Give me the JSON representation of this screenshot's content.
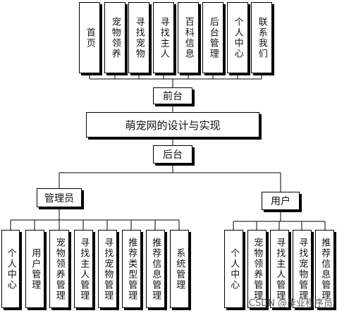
{
  "frontend_items": [
    "首页",
    "宠物领养",
    "寻找宠物",
    "寻找主人",
    "百科信息",
    "后台管理",
    "个人中心",
    "联系我们"
  ],
  "frontend_label": "前台",
  "system_title": "萌宠网的设计与实现",
  "backend_label": "后台",
  "admin_label": "管理员",
  "user_label": "用户",
  "admin_items": [
    "个人中心",
    "用户管理",
    "宠物领养管理",
    "寻找主人管理",
    "寻找宠物管理",
    "推荐类型管理",
    "推荐信息管理",
    "系统管理"
  ],
  "user_items": [
    "个人中心",
    "宠物领养管理",
    "寻找主人管理",
    "寻找宠物管理",
    "推荐信息管理"
  ],
  "watermark": "CSDN @毕业程序员"
}
